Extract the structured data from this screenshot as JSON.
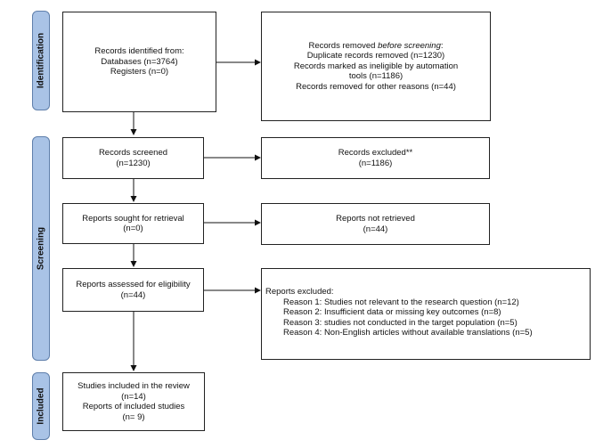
{
  "phases": {
    "identification": "Identification",
    "screening": "Screening",
    "included": "Included"
  },
  "identified": {
    "line1": "Records identified from:",
    "line2": "Databases (n=3764)",
    "line3": "Registers (n=0)"
  },
  "removed": {
    "line1_pre": "Records removed ",
    "line1_em": "before screening",
    "line1_post": ":",
    "line2": "Duplicate records removed (n=1230)",
    "line3": "Records marked as ineligible by automation",
    "line4": "tools (n=1186)",
    "line5": "Records removed for other reasons (n=44)"
  },
  "screened": {
    "line1": "Records screened",
    "line2": "(n=1230)"
  },
  "excluded": {
    "line1": "Records excluded**",
    "line2": "(n=1186)"
  },
  "sought": {
    "line1": "Reports sought for retrieval",
    "line2": "(n=0)"
  },
  "not_retrieved": {
    "line1": "Reports not retrieved",
    "line2": "(n=44)"
  },
  "assessed": {
    "line1": "Reports assessed for eligibility",
    "line2": "(n=44)"
  },
  "reports_excluded": {
    "heading": "Reports excluded:",
    "reasons": [
      "Reason 1: Studies not relevant to the research question (n=12)",
      "Reason 2: Insufficient data or missing key outcomes (n=8)",
      "Reason 3: studies not conducted in the target population (n=5)",
      "Reason 4: Non-English articles without available translations (n=5)"
    ]
  },
  "included_box": {
    "line1": "Studies included in the review",
    "line2": "(n=14)",
    "line3": "Reports of included studies",
    "line4": "(n= 9)"
  }
}
